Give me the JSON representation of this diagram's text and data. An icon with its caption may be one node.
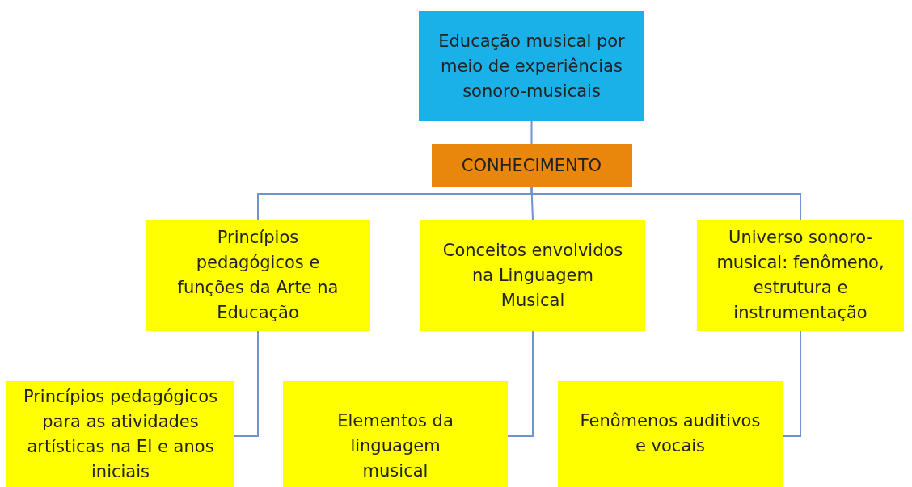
{
  "diagram": {
    "nodes": [
      {
        "text": [
          "Educação musical por meio de experiências sonoro-musicais"
        ]
      },
      {
        "text": [
          "CONHECIMENTO"
        ]
      },
      {
        "text": [
          "Princípios pedagógicos e funções da Arte na Educação"
        ]
      },
      {
        "text": [
          "Conceitos envolvidos na Linguagem Musical"
        ]
      },
      {
        "text": [
          "Universo sonoro-musical: fenômeno, estrutura e instrumentação"
        ]
      },
      {
        "text": [
          "Princípios pedagógicos para as atividades artísticas na EI e anos iniciais"
        ]
      },
      {
        "text": [
          "Elementos da linguagem musical"
        ]
      },
      {
        "text": [
          "Fenômenos auditivos e vocais"
        ]
      }
    ],
    "edges": [
      {
        "from": 0,
        "to": 1,
        "arrow": "none"
      },
      {
        "from": 1,
        "to": 2,
        "arrow": "none"
      },
      {
        "from": 1,
        "to": 3,
        "arrow": "none"
      },
      {
        "from": 1,
        "to": 4,
        "arrow": "none"
      },
      {
        "from": 2,
        "to": 5,
        "arrow": "none"
      },
      {
        "from": 3,
        "to": 6,
        "arrow": "none"
      },
      {
        "from": 4,
        "to": 7,
        "arrow": "none"
      }
    ]
  }
}
